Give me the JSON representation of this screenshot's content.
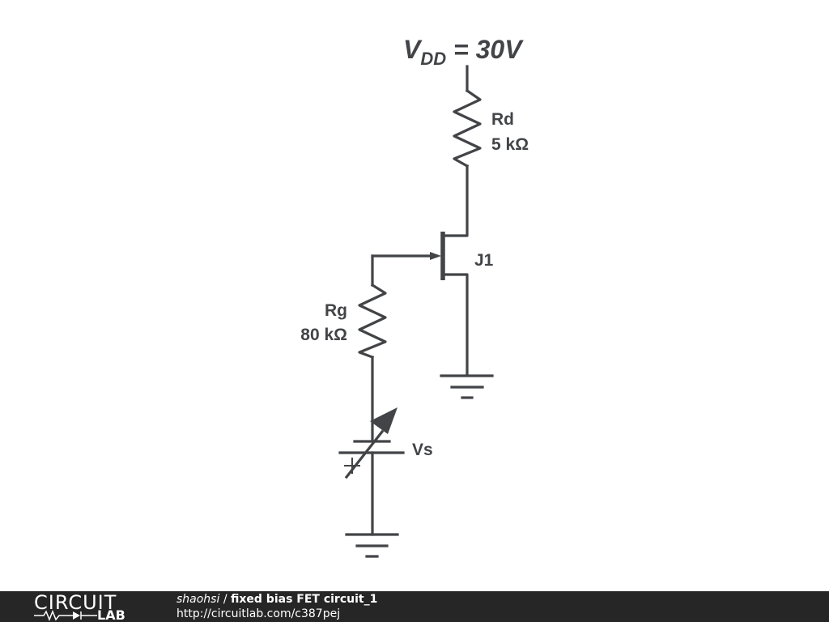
{
  "circuit": {
    "supply_label_main": "V",
    "supply_label_sub": "DD",
    "supply_label_rest": " = 30V",
    "components": {
      "rd": {
        "name": "Rd",
        "value": "5 kΩ"
      },
      "rg": {
        "name": "Rg",
        "value": "80 kΩ"
      },
      "j1": {
        "name": "J1"
      },
      "vs": {
        "name": "Vs"
      }
    }
  },
  "footer": {
    "logo_top": "CIRCUIT",
    "logo_bottom": "LAB",
    "author": "shaohsi",
    "separator": " / ",
    "title": "fixed bias FET circuit_1",
    "url": "http://circuitlab.com/c387pej"
  },
  "colors": {
    "wire": "#424447",
    "footer_bg": "#262626",
    "footer_text": "#ffffff"
  }
}
